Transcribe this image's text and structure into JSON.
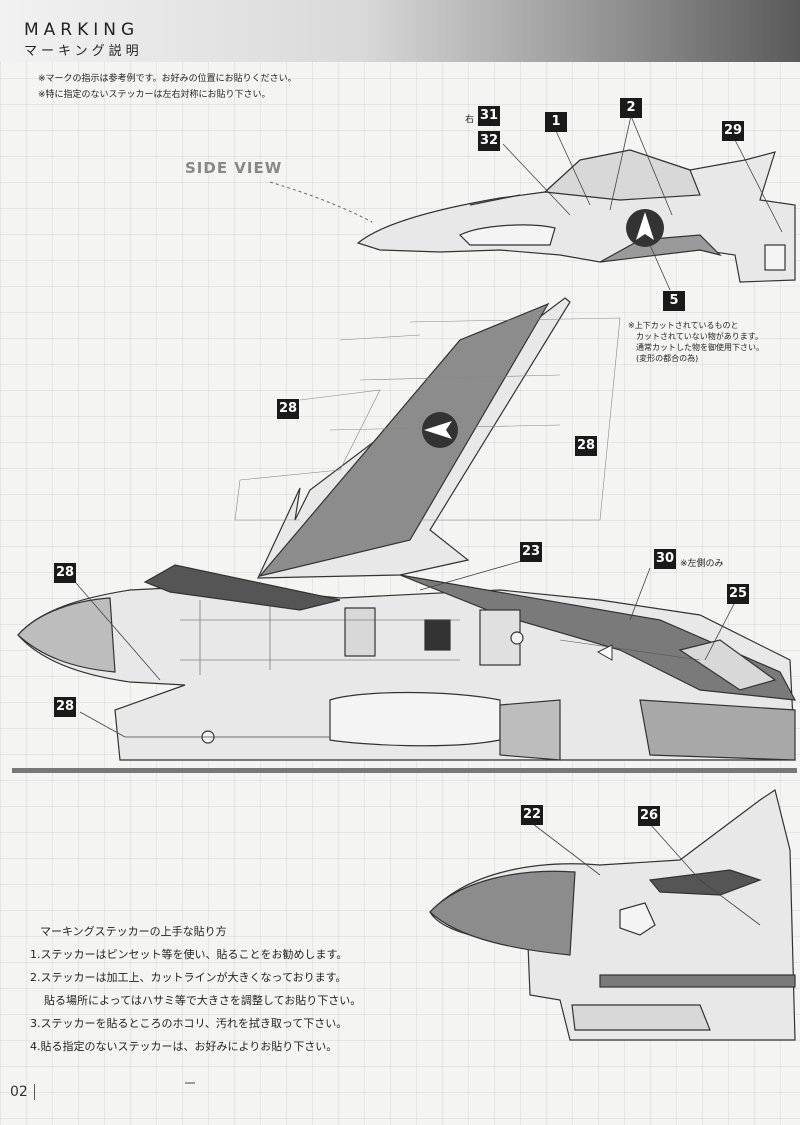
{
  "header": {
    "title_en": "MARKING",
    "title_jp": "マーキング説明"
  },
  "notes": [
    "※マークの指示は参考例です。お好みの位置にお貼りください。",
    "※特に指定のないステッカーは左右対称にお貼り下さい。"
  ],
  "side_view_label": "SIDE VIEW",
  "right_label": "右",
  "left_only_label": "※左側のみ",
  "note_5": [
    "※上下カットされているものと",
    "カットされていない物があります。",
    "通常カットした物を御使用下さい。",
    "(変形の都合の為)"
  ],
  "callouts": {
    "c31": "31",
    "c32": "32",
    "c1": "1",
    "c2": "2",
    "c29": "29",
    "c5": "5",
    "c28a": "28",
    "c28b": "28",
    "c28c": "28",
    "c28d": "28",
    "c23": "23",
    "c30": "30",
    "c25": "25",
    "c22": "22",
    "c26": "26"
  },
  "instructions": {
    "heading": "マーキングステッカーの上手な貼り方",
    "items": [
      "1.ステッカーはピンセット等を使い、貼ることをお勧めします。",
      "2.ステッカーは加工上、カットラインが大きくなっております。",
      "貼る場所によってはハサミ等で大きさを調整してお貼り下さい。",
      "3.ステッカーを貼るところのホコリ、汚れを拭き取って下さい。",
      "4.貼る指定のないステッカーは、お好みによりお貼り下さい。"
    ]
  },
  "page_number": "02"
}
